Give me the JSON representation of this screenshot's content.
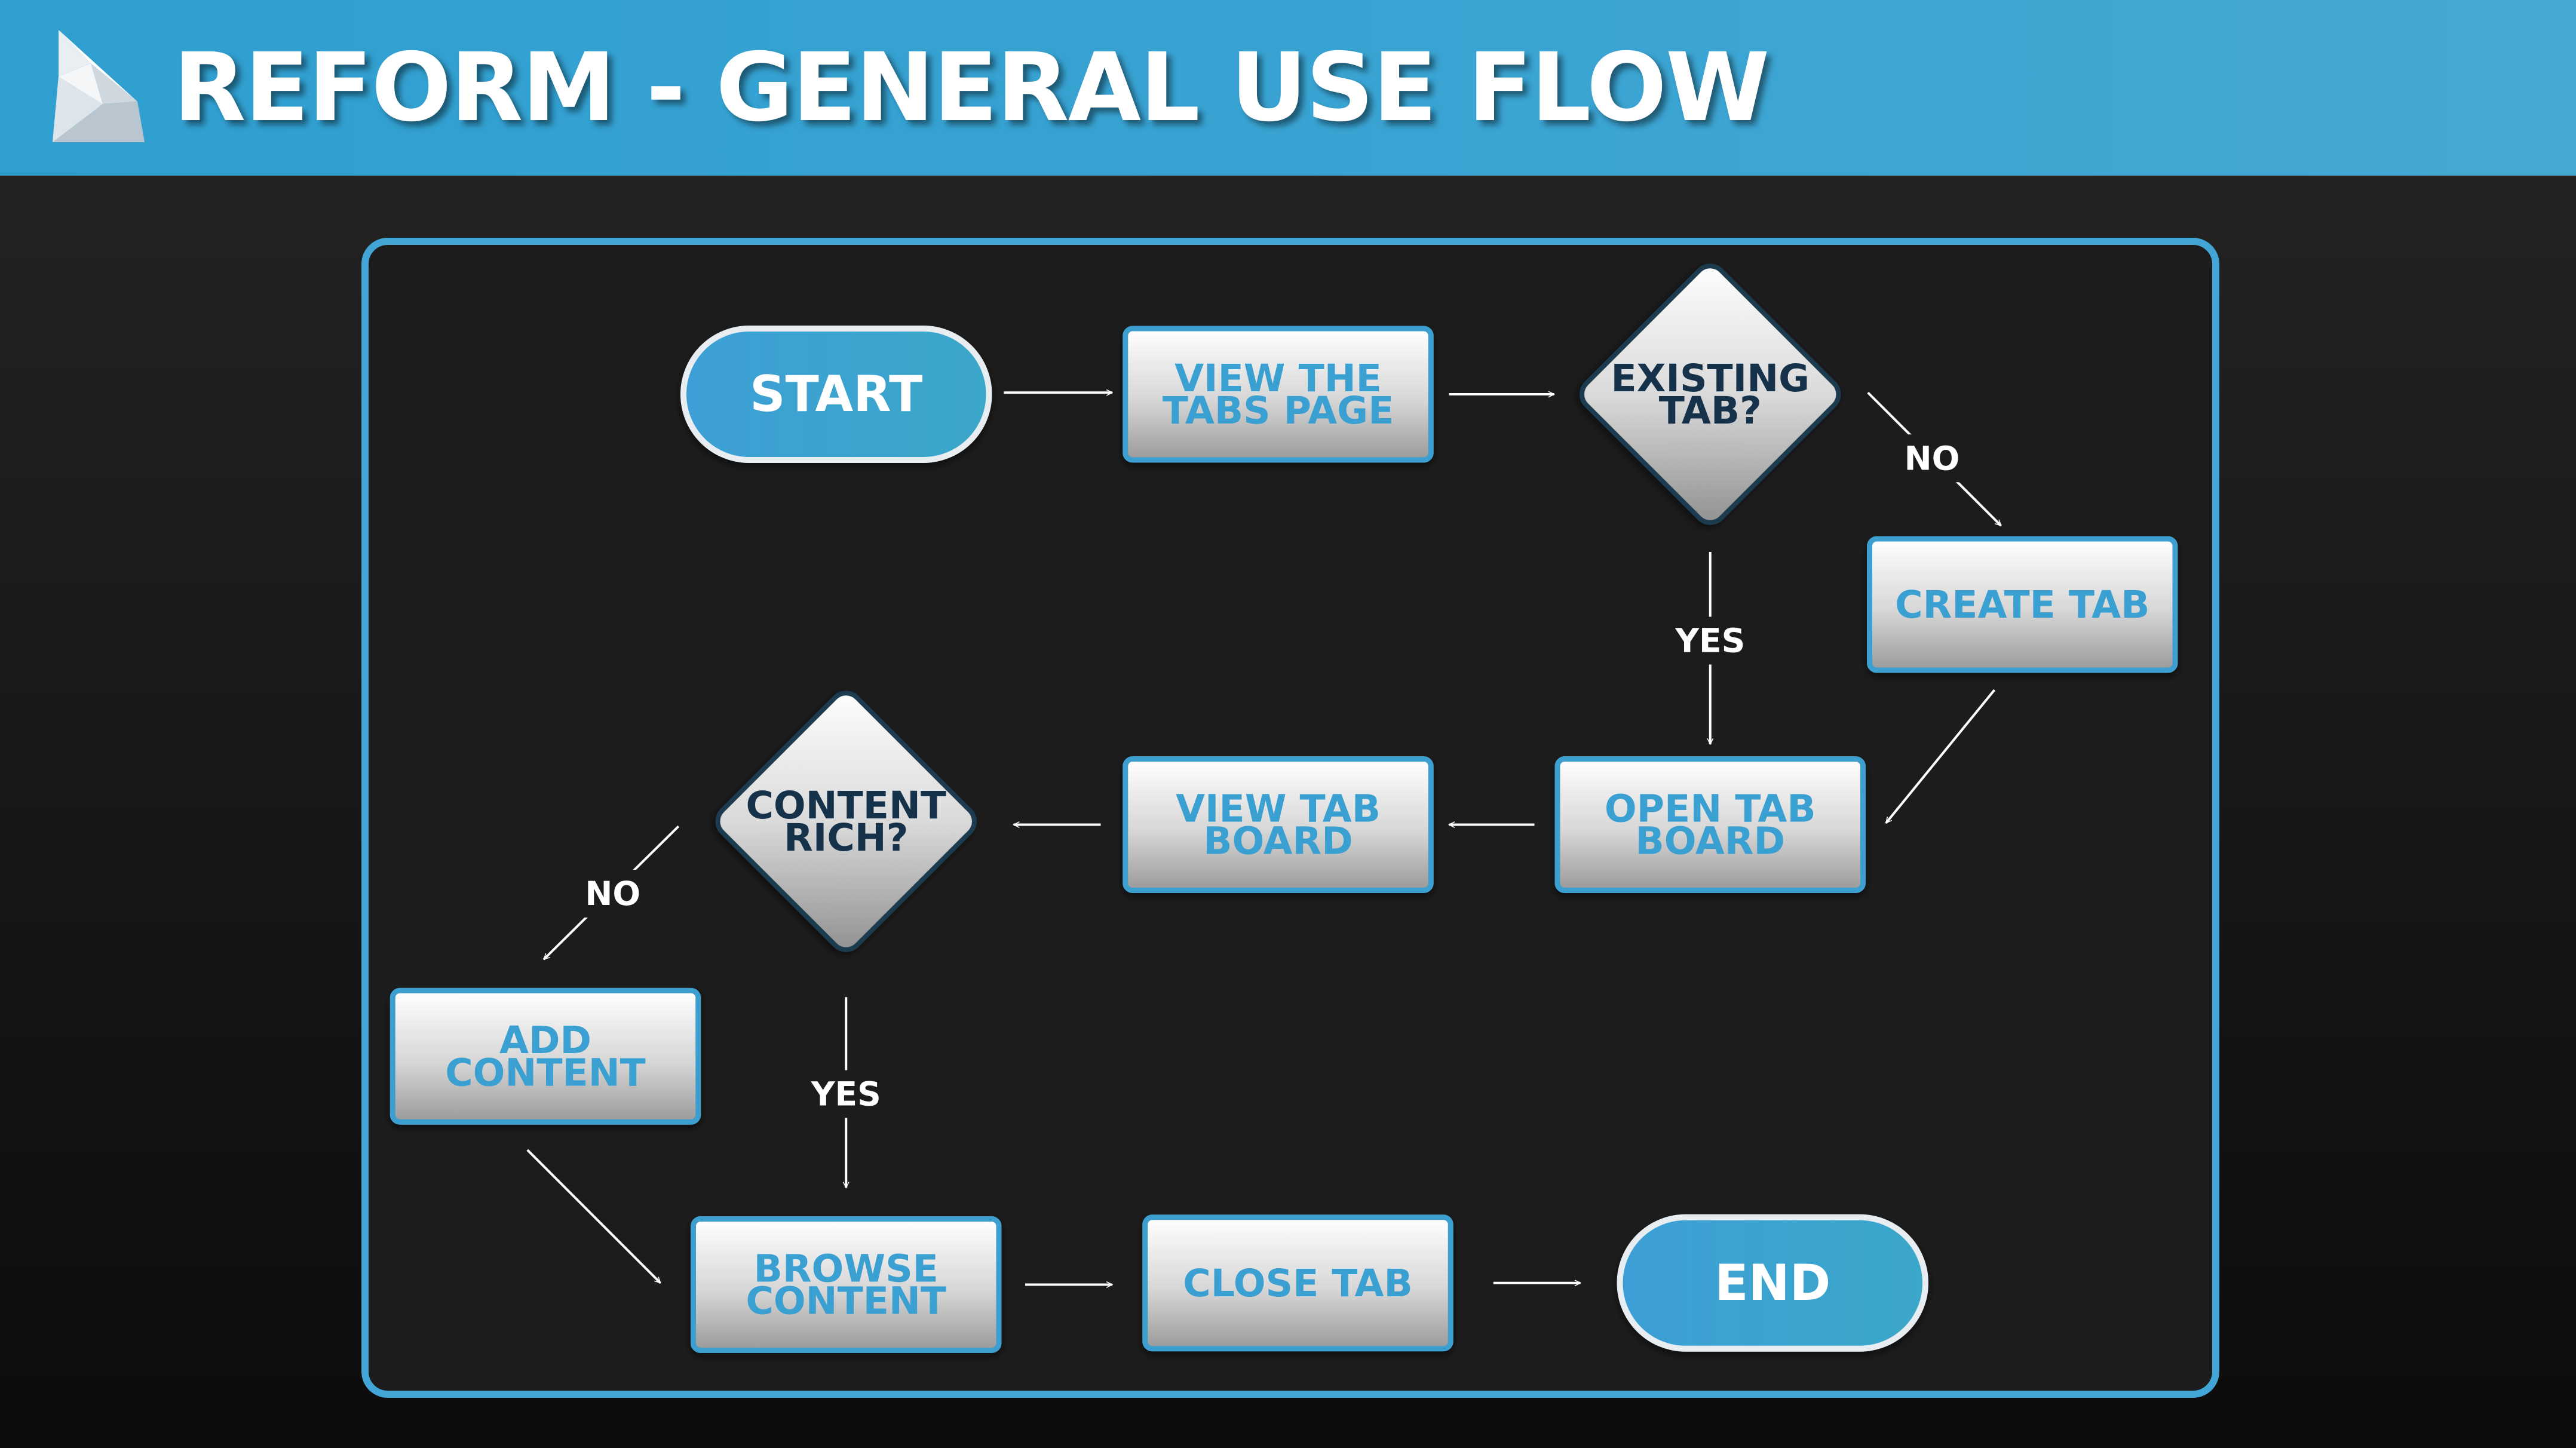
{
  "header": {
    "title": "REFORM - GENERAL USE FLOW",
    "logo_icon": "reform-logo-icon"
  },
  "colors": {
    "header_bg": "#3aa4d3",
    "panel_border": "#41a5d6",
    "box_text": "#3a9fd1",
    "decision_text": "#15324a",
    "terminal_fill": "#3aa1d4"
  },
  "flowchart": {
    "nodes": {
      "start": {
        "type": "terminal",
        "lines": [
          "START"
        ]
      },
      "view_tabs_page": {
        "type": "process",
        "lines": [
          "VIEW THE",
          "TABS PAGE"
        ]
      },
      "existing_tab": {
        "type": "decision",
        "lines": [
          "EXISTING",
          "TAB?"
        ]
      },
      "create_tab": {
        "type": "process",
        "lines": [
          "CREATE TAB"
        ]
      },
      "open_tab_board": {
        "type": "process",
        "lines": [
          "OPEN TAB",
          "BOARD"
        ]
      },
      "view_tab_board": {
        "type": "process",
        "lines": [
          "VIEW TAB",
          "BOARD"
        ]
      },
      "content_rich": {
        "type": "decision",
        "lines": [
          "CONTENT",
          "RICH?"
        ]
      },
      "add_content": {
        "type": "process",
        "lines": [
          "ADD",
          "CONTENT"
        ]
      },
      "browse_content": {
        "type": "process",
        "lines": [
          "BROWSE",
          "CONTENT"
        ]
      },
      "close_tab": {
        "type": "process",
        "lines": [
          "CLOSE TAB"
        ]
      },
      "end": {
        "type": "terminal",
        "lines": [
          "END"
        ]
      }
    },
    "edges": [
      {
        "from": "start",
        "to": "view_tabs_page",
        "label": ""
      },
      {
        "from": "view_tabs_page",
        "to": "existing_tab",
        "label": ""
      },
      {
        "from": "existing_tab",
        "to": "create_tab",
        "label": "NO"
      },
      {
        "from": "existing_tab",
        "to": "open_tab_board",
        "label": "YES"
      },
      {
        "from": "create_tab",
        "to": "open_tab_board",
        "label": ""
      },
      {
        "from": "open_tab_board",
        "to": "view_tab_board",
        "label": ""
      },
      {
        "from": "view_tab_board",
        "to": "content_rich",
        "label": ""
      },
      {
        "from": "content_rich",
        "to": "add_content",
        "label": "NO"
      },
      {
        "from": "content_rich",
        "to": "browse_content",
        "label": "YES"
      },
      {
        "from": "add_content",
        "to": "browse_content",
        "label": ""
      },
      {
        "from": "browse_content",
        "to": "close_tab",
        "label": ""
      },
      {
        "from": "close_tab",
        "to": "end",
        "label": ""
      }
    ]
  }
}
